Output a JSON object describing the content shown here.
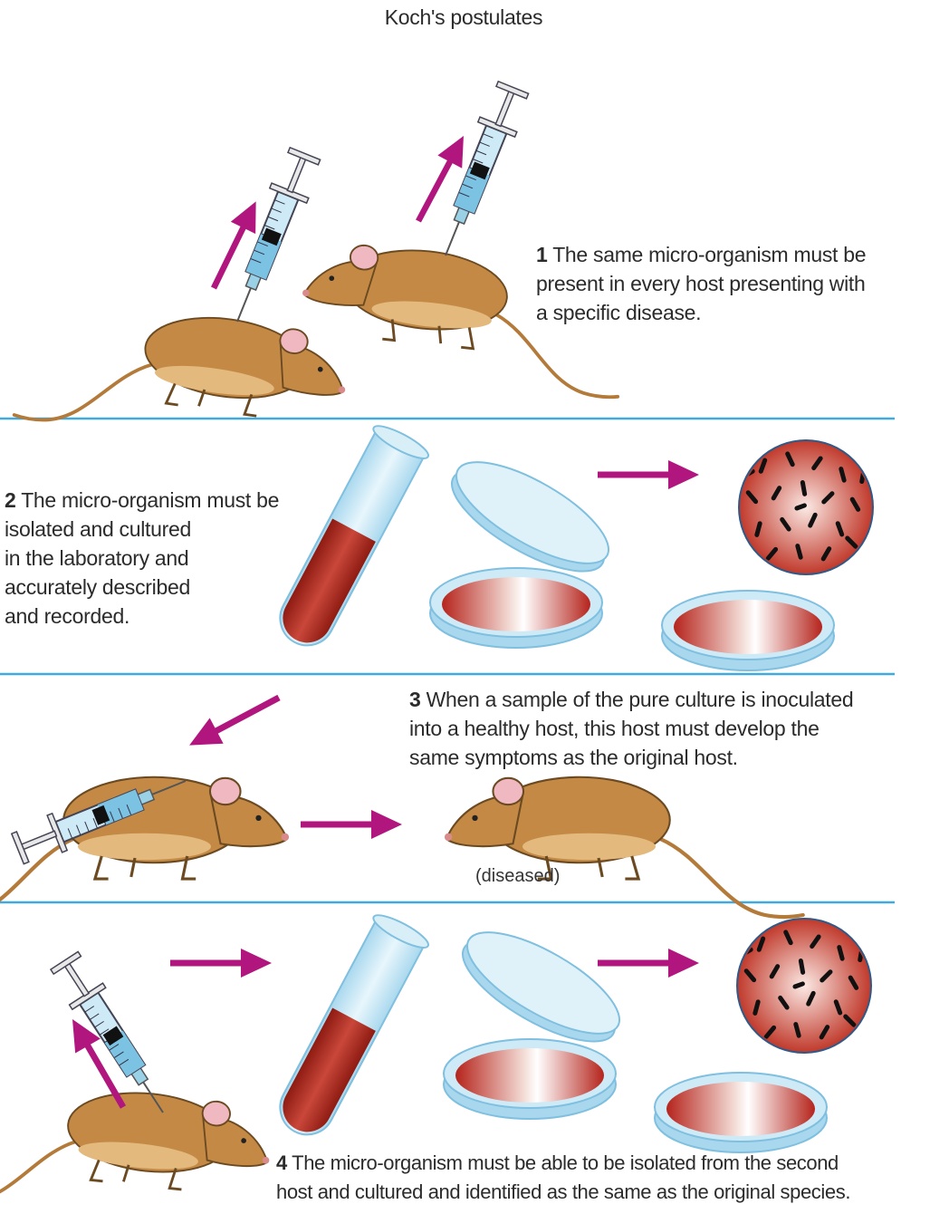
{
  "title": "Koch's postulates",
  "steps": [
    {
      "number": "1",
      "text_lines": [
        "The same micro-organism must be",
        "present in every host presenting with",
        "a specific disease."
      ]
    },
    {
      "number": "2",
      "text_lines": [
        "The micro-organism must be",
        "isolated and cultured",
        "in the laboratory and",
        "accurately described",
        "and recorded."
      ]
    },
    {
      "number": "3",
      "text_lines": [
        "When a sample of the pure culture is inoculated",
        "into a healthy host, this host must develop the",
        "same symptoms as the original host."
      ]
    },
    {
      "number": "4",
      "text_lines": [
        "The micro-organism must be able to be isolated from the second",
        "host and cultured and identified as the same as the original species."
      ]
    }
  ],
  "diseased_label": "(diseased)",
  "colors": {
    "arrow": "#b0167e",
    "divider": "#3fa9e0",
    "mouse": "#c48a45",
    "culture": "#b5241c",
    "glass": "#a9d8ee"
  },
  "icons": [
    "mouse-icon",
    "syringe-icon",
    "arrow-icon",
    "test-tube-icon",
    "petri-dish-icon",
    "bacteria-magnified-icon"
  ]
}
